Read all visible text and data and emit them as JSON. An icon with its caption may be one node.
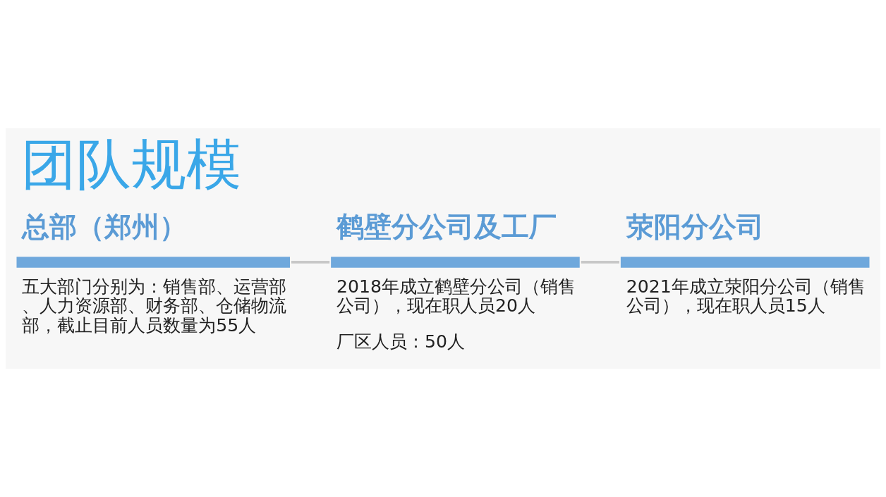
{
  "diagram": {
    "title": "团队规模",
    "nodes": [
      {
        "text": [
          "总部（郑州）",
          "五大部门分别为：销售部、运营部、人力资源部、财务部、仓储物流部，截止目前人员数量为55人"
        ]
      },
      {
        "text": [
          "鹤壁分公司及工厂",
          "2018年成立鹤壁分公司（销售公司），现在职人员20人",
          "厂区人员：50人"
        ]
      },
      {
        "text": [
          "荥阳分公司",
          "2021年成立荥阳分公司（销售公司），现在职人员15人"
        ]
      }
    ],
    "edges": [
      {
        "from": 0,
        "to": 1,
        "arrow": "none"
      },
      {
        "from": 1,
        "to": 2,
        "arrow": "none"
      }
    ]
  }
}
